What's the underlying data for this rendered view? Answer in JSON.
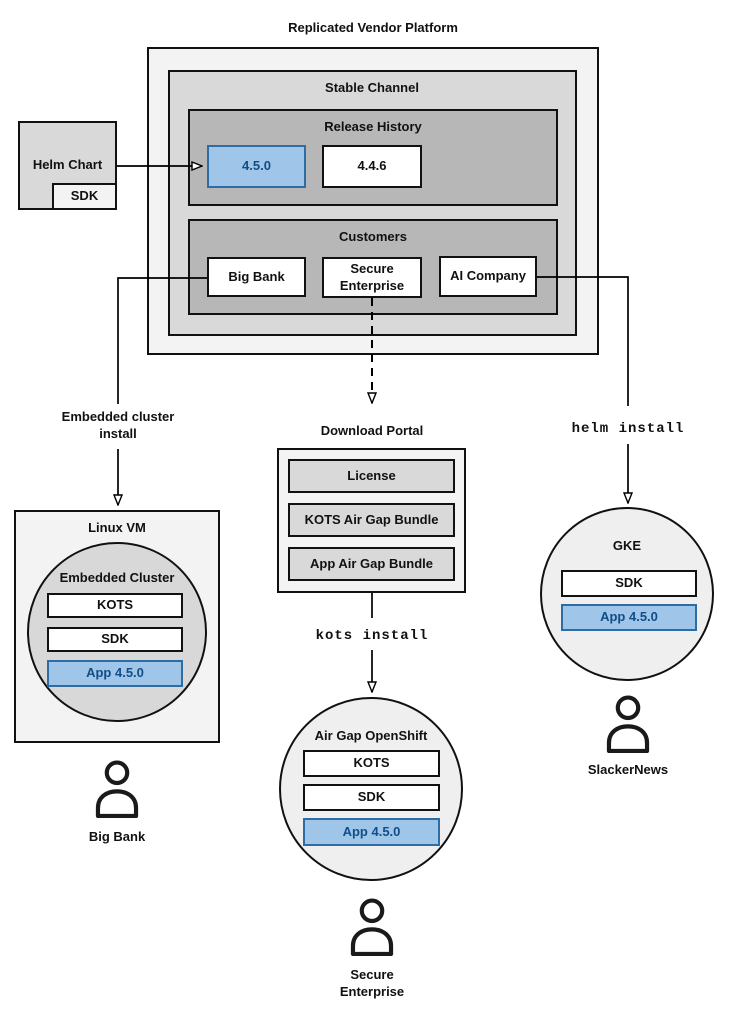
{
  "title": "Replicated Vendor Platform",
  "vendor_platform": {
    "stable_channel": {
      "label": "Stable Channel",
      "release_history": {
        "label": "Release History",
        "releases": [
          {
            "version": "4.5.0",
            "highlighted": true
          },
          {
            "version": "4.4.6",
            "highlighted": false
          }
        ]
      },
      "customers": {
        "label": "Customers",
        "items": [
          {
            "name": "Big Bank"
          },
          {
            "name": "Secure\nEnterprise"
          },
          {
            "name": "AI Company"
          }
        ]
      }
    }
  },
  "helm_chart": {
    "label": "Helm Chart",
    "sdk": "SDK"
  },
  "left_flow": {
    "install_method": "Embedded cluster\ninstall",
    "vm": {
      "label": "Linux VM"
    },
    "cluster": {
      "label": "Embedded Cluster",
      "kots": "KOTS",
      "sdk": "SDK",
      "app": "App 4.5.0"
    },
    "user": {
      "name": "Big Bank"
    }
  },
  "center_flow": {
    "portal": {
      "label": "Download Portal",
      "items": [
        "License",
        "KOTS Air Gap Bundle",
        "App Air Gap Bundle"
      ]
    },
    "install_command": "kots install",
    "cluster": {
      "label": "Air Gap OpenShift",
      "kots": "KOTS",
      "sdk": "SDK",
      "app": "App 4.5.0"
    },
    "user": {
      "name": "Secure\nEnterprise"
    }
  },
  "right_flow": {
    "install_command": "helm install",
    "cluster": {
      "label": "GKE",
      "sdk": "SDK",
      "app": "App 4.5.0"
    },
    "user": {
      "name": "SlackerNews"
    }
  },
  "colors": {
    "highlight_fill": "#9fc5e8",
    "highlight_border": "#2e6da4",
    "highlight_text": "#114e87",
    "surface_lightest": "#f3f3f3",
    "surface_light": "#d9d9d9",
    "surface_medium": "#b7b7b7"
  }
}
